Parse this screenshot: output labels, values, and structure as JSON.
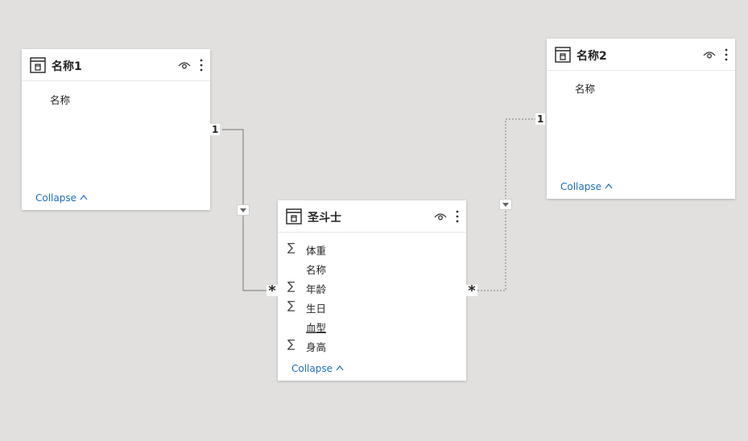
{
  "tables": {
    "t1": {
      "title": "名称1",
      "fields": [
        {
          "name": "名称",
          "sigma": false,
          "underlined": false
        }
      ],
      "collapse_label": "Collapse"
    },
    "t2": {
      "title": "名称2",
      "fields": [
        {
          "name": "名称",
          "sigma": false,
          "underlined": false
        }
      ],
      "collapse_label": "Collapse"
    },
    "t3": {
      "title": "圣斗士",
      "fields": [
        {
          "name": "体重",
          "sigma": true,
          "underlined": false
        },
        {
          "name": "名称",
          "sigma": false,
          "underlined": false
        },
        {
          "name": "年龄",
          "sigma": true,
          "underlined": false
        },
        {
          "name": "生日",
          "sigma": true,
          "underlined": false
        },
        {
          "name": "血型",
          "sigma": false,
          "underlined": true
        },
        {
          "name": "身高",
          "sigma": true,
          "underlined": false
        }
      ],
      "collapse_label": "Collapse"
    }
  },
  "relationships": [
    {
      "from": "名称1",
      "to": "圣斗士",
      "from_cardinality": "1",
      "to_cardinality": "*",
      "active": true
    },
    {
      "from": "名称2",
      "to": "圣斗士",
      "from_cardinality": "1",
      "to_cardinality": "*",
      "active": false
    }
  ],
  "colors": {
    "canvas": "#e1e0df",
    "link": "#1d6fb8",
    "active_line": "#999999",
    "inactive_line": "#a0a0a0"
  },
  "icons": {
    "table": "table-icon",
    "visibility": "eye-icon",
    "more": "more-options-icon",
    "sum": "sigma-icon",
    "collapse": "chevron-up-icon",
    "filter_direction": "filter-arrow-icon"
  }
}
